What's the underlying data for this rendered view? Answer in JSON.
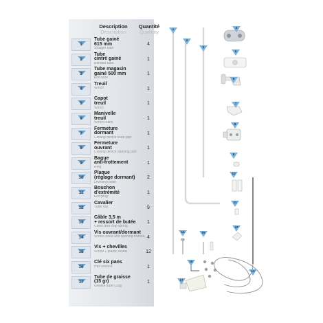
{
  "header": {
    "description_fr": "Description",
    "description_en": "Description",
    "quantity_fr": "Quantité",
    "quantity_en": "Quantity"
  },
  "parts": [
    {
      "num": "1",
      "fr": "Tube gainé\n615 mm",
      "en": "Straight tube",
      "qty": "4"
    },
    {
      "num": "2",
      "fr": "Tube\ncintré gainé",
      "en": "Bended tube",
      "qty": "1"
    },
    {
      "num": "3",
      "fr": "Tube magasin\ngainé 500 mm",
      "en": "End tube",
      "qty": "1"
    },
    {
      "num": "4",
      "fr": "Treuil",
      "en": "Winch",
      "qty": "1"
    },
    {
      "num": "5",
      "fr": "Capot\ntreuil",
      "en": "Winch",
      "qty": "1"
    },
    {
      "num": "6",
      "fr": "Manivelle\ntreuil",
      "en": "Winch crank",
      "qty": "1"
    },
    {
      "num": "7",
      "fr": "Fermeture\ndormant",
      "en": "Closing device fixed part",
      "qty": "1"
    },
    {
      "num": "8",
      "fr": "Fermeture\nouvrant",
      "en": "Closing device opening part",
      "qty": "1"
    },
    {
      "num": "9",
      "fr": "Bague\nanti-frottement",
      "en": "Ring",
      "qty": "1"
    },
    {
      "num": "10",
      "fr": "Plaque\n(réglage dormant)",
      "en": "Levelling plate",
      "qty": "2"
    },
    {
      "num": "11",
      "fr": "Bouchon\nd'extrémité",
      "en": "End plug",
      "qty": "1"
    },
    {
      "num": "12",
      "fr": "Cavalier",
      "en": "Tube clip",
      "qty": "9"
    },
    {
      "num": "13",
      "fr": "Câble 3,5 m\n+ ressort de butée",
      "en": "Cable and stop spring",
      "qty": "1"
    },
    {
      "num": "14",
      "fr": "Vis ouvrant/dormant",
      "en": "Screw\n(fixed and opening frames)",
      "qty": "4"
    },
    {
      "num": "15",
      "fr": "Vis + chevilles",
      "en": "Screw + plastic dowel",
      "qty": "12"
    },
    {
      "num": "16",
      "fr": "Clé six pans",
      "en": "Hex wrench",
      "qty": "1"
    },
    {
      "num": "17",
      "fr": "Tube de graisse\n(15 gr)",
      "en": "Grease tube (15g)",
      "qty": "1"
    }
  ],
  "markers": [
    {
      "num": "1"
    },
    {
      "num": "2"
    },
    {
      "num": "3"
    },
    {
      "num": "4"
    },
    {
      "num": "5"
    },
    {
      "num": "6"
    },
    {
      "num": "7"
    },
    {
      "num": "8"
    },
    {
      "num": "9"
    },
    {
      "num": "10"
    },
    {
      "num": "11"
    },
    {
      "num": "12"
    },
    {
      "num": "13"
    },
    {
      "num": "14"
    },
    {
      "num": "15"
    },
    {
      "num": "16"
    },
    {
      "num": "17"
    }
  ],
  "colors": {
    "marker": "#7fb2d8",
    "metal": "#c9ced4",
    "part_white": "#f2f2f0"
  }
}
